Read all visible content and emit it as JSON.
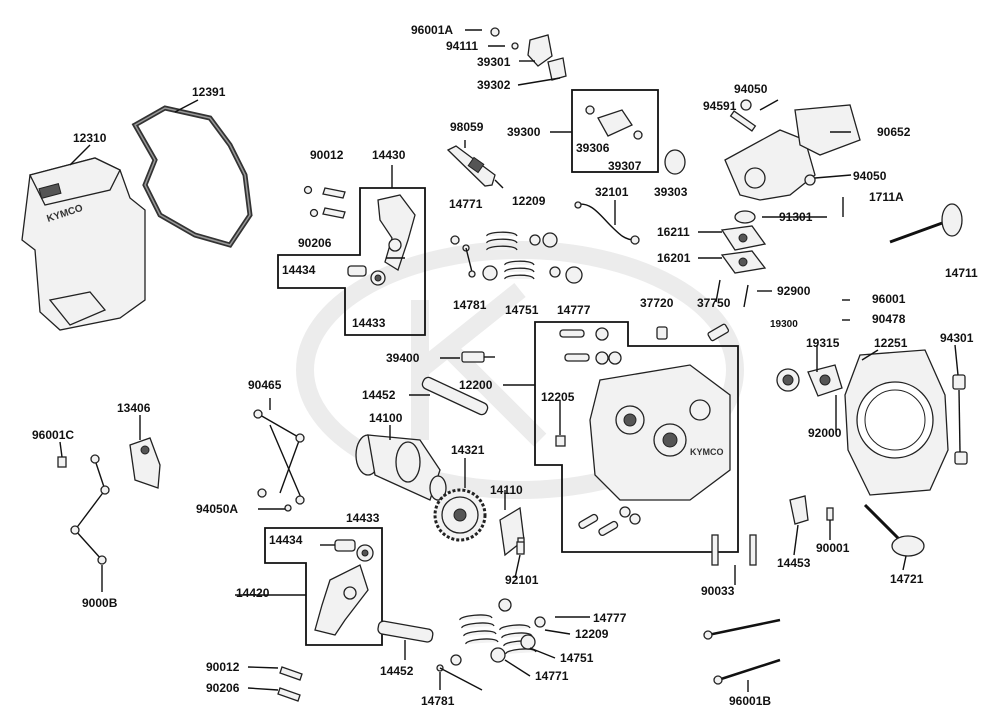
{
  "labels": {
    "l_96001A": "96001A",
    "l_94111": "94111",
    "l_39301": "39301",
    "l_39302": "39302",
    "l_39300": "39300",
    "l_39306": "39306",
    "l_39307": "39307",
    "l_39303": "39303",
    "l_94050_top": "94050",
    "l_94591": "94591",
    "l_90652": "90652",
    "l_94050_mid": "94050",
    "l_1711A": "1711A",
    "l_91301": "91301",
    "l_16211": "16211",
    "l_16201": "16201",
    "l_92900": "92900",
    "l_14711": "14711",
    "l_96001": "96001",
    "l_90478": "90478",
    "l_12391": "12391",
    "l_12310": "12310",
    "l_98059": "98059",
    "l_32101": "32101",
    "l_90012_top": "90012",
    "l_14430": "14430",
    "l_90206_top": "90206",
    "l_14434_top": "14434",
    "l_14433_top": "14433",
    "l_14771_top": "14771",
    "l_12209_top": "12209",
    "l_14781_top": "14781",
    "l_14751_top": "14751",
    "l_14777_top": "14777",
    "l_37720": "37720",
    "l_37750": "37750",
    "l_19300": "19300",
    "l_19315": "19315",
    "l_12251": "12251",
    "l_94301": "94301",
    "l_39400": "39400",
    "l_12200": "12200",
    "l_14452_top": "14452",
    "l_12205": "12205",
    "l_92000": "92000",
    "l_90465": "90465",
    "l_14100": "14100",
    "l_14321": "14321",
    "l_13406": "13406",
    "l_96001C": "96001C",
    "l_14110": "14110",
    "l_94050A": "94050A",
    "l_14433_bot": "14433",
    "l_14434_bot": "14434",
    "l_14453": "14453",
    "l_90001": "90001",
    "l_14721": "14721",
    "l_92101": "92101",
    "l_90033": "90033",
    "l_9000B": "9000B",
    "l_14420": "14420",
    "l_14777_bot": "14777",
    "l_12209_bot": "12209",
    "l_14751_bot": "14751",
    "l_14771_bot": "14771",
    "l_14452_bot": "14452",
    "l_90012_bot": "90012",
    "l_90206_bot": "90206",
    "l_14781_bot": "14781",
    "l_96001B": "96001B"
  }
}
